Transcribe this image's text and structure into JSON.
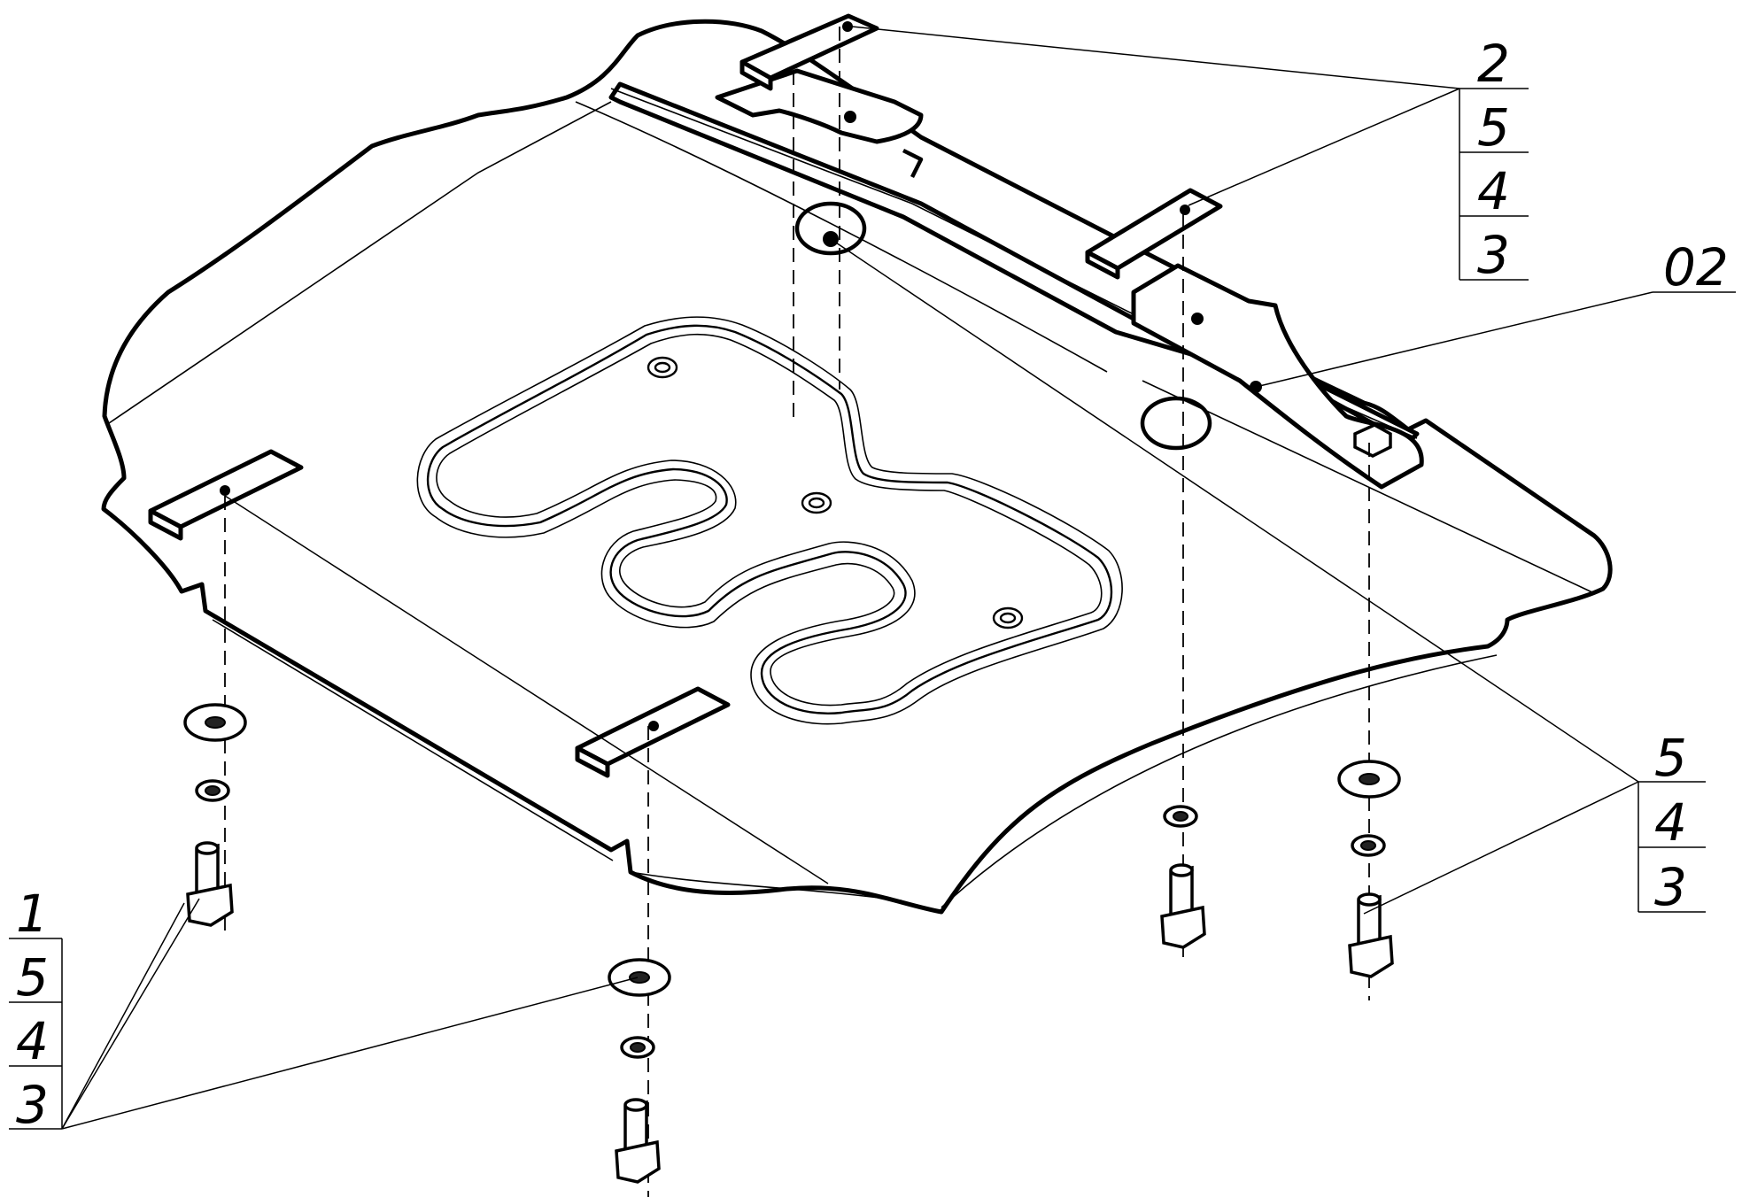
{
  "callouts": {
    "top_right": [
      "2",
      "5",
      "4",
      "3"
    ],
    "plate": "02",
    "mid_right": [
      "5",
      "4",
      "3"
    ],
    "bottom_left": [
      "1",
      "5",
      "4",
      "3"
    ]
  }
}
